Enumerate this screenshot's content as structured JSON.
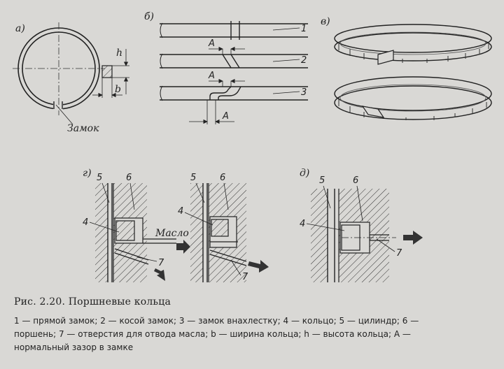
{
  "panels": {
    "a": "а)",
    "b": "б)",
    "v": "в)",
    "g": "г)",
    "d": "д)"
  },
  "labels": {
    "lock": "Замок",
    "h": "h",
    "b": "b",
    "A": "A",
    "oil": "Масло",
    "n1": "1",
    "n2": "2",
    "n3": "3",
    "n4": "4",
    "n5": "5",
    "n6": "6",
    "n7": "7"
  },
  "caption": {
    "title": "Рис. 2.20. Поршневые кольца",
    "line1": "1 — прямой замок; 2 — косой замок; 3 — замок внахлестку; 4 — кольцо; 5 — цилиндр; 6 —",
    "line2": "поршень; 7 — отверстия для отвода масла; b — ширина кольца; h — высота кольца; A —",
    "line3": "нормальный зазор в замке"
  }
}
